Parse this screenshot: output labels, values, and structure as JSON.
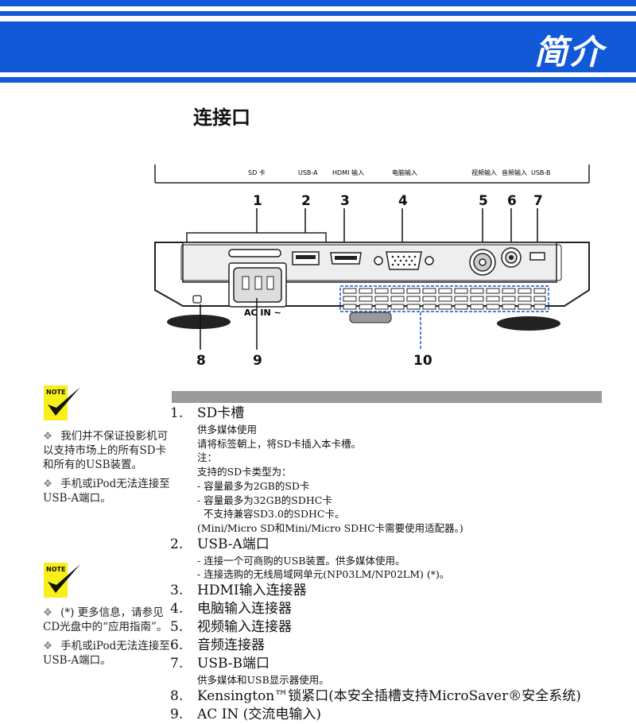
{
  "header": {
    "title": "简介"
  },
  "section": {
    "title": "连接口"
  },
  "figure": {
    "top_labels": [
      "SD 卡",
      "USB-A",
      "HDMI 输入",
      "电脑输入",
      "视频输入",
      "音频输入",
      "USB-B"
    ],
    "callouts": [
      "1",
      "2",
      "3",
      "4",
      "5",
      "6",
      "7",
      "8",
      "9",
      "10"
    ],
    "ac_label": "AC IN ∼"
  },
  "notes": [
    {
      "icon": "note-checkmark-icon",
      "paragraphs": [
        "我们并不保证投影机可以支持市场上的所有SD卡和所有的USB装置。",
        "手机或iPod无法连接至USB-A端口。"
      ]
    },
    {
      "icon": "note-checkmark-icon",
      "paragraphs": [
        "(*) 更多信息，请参见CD光盘中的“应用指南”。",
        "手机或iPod无法连接至USB-A端口。"
      ]
    }
  ],
  "items": [
    {
      "num": "1.",
      "title": "SD卡槽",
      "desc": [
        "供多媒体使用",
        "请将标签朝上，将SD卡插入本卡槽。",
        "注：",
        "支持的SD卡类型为：",
        "- 容量最多为2GB的SD卡",
        "- 容量最多为32GB的SDHC卡",
        "  不支持兼容SD3.0的SDHC卡。",
        "(Mini/Micro SD和Mini/Micro SDHC卡需要使用适配器。)"
      ]
    },
    {
      "num": "2.",
      "title": "USB-A端口",
      "desc": [
        "- 连接一个可商购的USB装置。供多媒体使用。",
        "- 连接选购的无线局域网单元(NP03LM/NP02LM) (*)。"
      ]
    },
    {
      "num": "3.",
      "title": "HDMI输入连接器",
      "desc": []
    },
    {
      "num": "4.",
      "title": "电脑输入连接器",
      "desc": []
    },
    {
      "num": "5.",
      "title": "视频输入连接器",
      "desc": []
    },
    {
      "num": "6.",
      "title": "音频连接器",
      "desc": []
    },
    {
      "num": "7.",
      "title": "USB-B端口",
      "desc": [
        "供多媒体和USB显示器使用。"
      ]
    },
    {
      "num": "8.",
      "title": "Kensington™锁紧口(本安全插槽支持MicroSaver®安全系统)",
      "desc": []
    },
    {
      "num": "9.",
      "title": "AC IN (交流电输入)",
      "desc": []
    }
  ]
}
